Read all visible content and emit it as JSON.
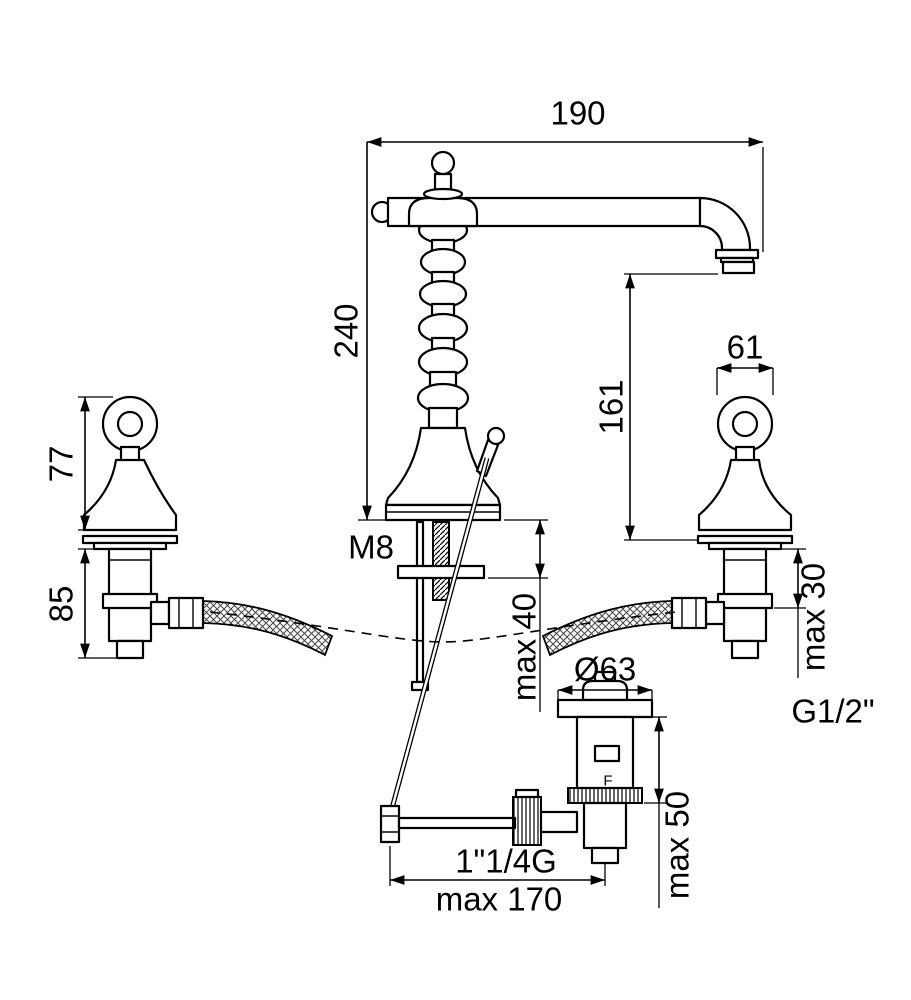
{
  "colors": {
    "line": "#000000",
    "background": "#ffffff",
    "text": "#000000"
  },
  "labels": {
    "spout_reach": "190",
    "spout_height": "240",
    "outlet_height": "161",
    "handle_diameter": "61",
    "handle_height": "77",
    "handle_depth": "85",
    "rod_thread": "M8",
    "deck_max_center": "max 40",
    "deck_max_side": "max 30",
    "inlet_thread": "G1/2\"",
    "waste_diameter": "Ø63",
    "waste_deck_max": "max 50",
    "waste_thread": "1\"1/4G",
    "rod_reach_max": "max 170",
    "waste_mark": "F"
  }
}
